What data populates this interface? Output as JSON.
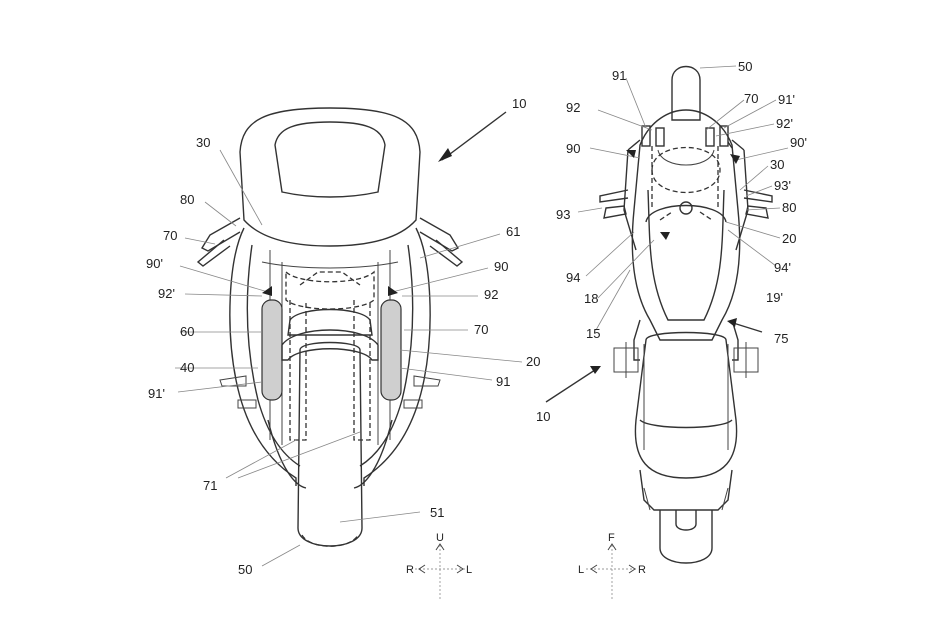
{
  "front_view": {
    "labels": {
      "l10": "10",
      "l30": "30",
      "l80": "80",
      "l70a": "70",
      "l61": "61",
      "l90p": "90'",
      "l90": "90",
      "l92p": "92'",
      "l92": "92",
      "l60": "60",
      "l70b": "70",
      "l40": "40",
      "l20": "20",
      "l91p": "91'",
      "l91": "91",
      "l71": "71",
      "l51": "51",
      "l50": "50"
    },
    "compass": {
      "up": "U",
      "left": "R",
      "right": "L"
    }
  },
  "top_view": {
    "labels": {
      "l91": "91",
      "l50": "50",
      "l70": "70",
      "l91p": "91'",
      "l92": "92",
      "l92p": "92'",
      "l90": "90",
      "l90p": "90'",
      "l30": "30",
      "l93p": "93'",
      "l93": "93",
      "l80": "80",
      "l20": "20",
      "l94": "94",
      "l94p": "94'",
      "l18": "18",
      "l19p": "19'",
      "l15": "15",
      "l75": "75",
      "l10": "10"
    },
    "compass": {
      "up": "F",
      "left": "L",
      "right": "R"
    }
  }
}
